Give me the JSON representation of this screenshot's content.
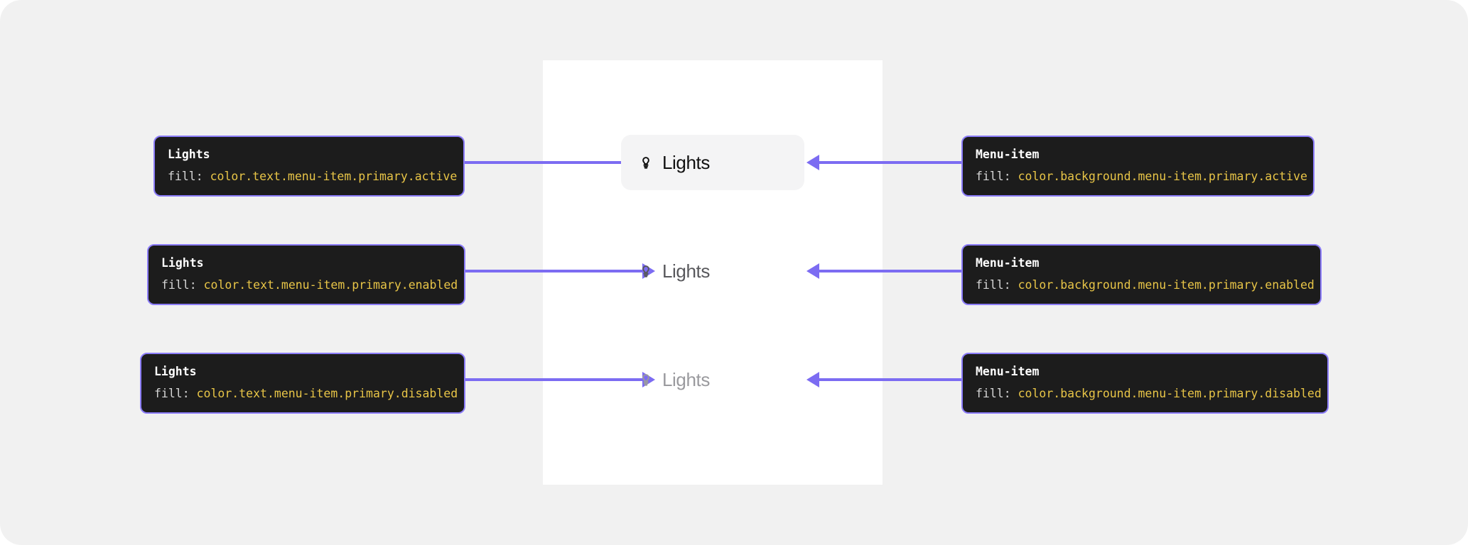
{
  "canvas": {
    "background": "#f1f1f1",
    "panel_background": "#ffffff"
  },
  "theme": {
    "connector_color": "#7c6cf2",
    "tooltip_background": "#1c1c1c",
    "tooltip_border": "#8b7cf8",
    "tooltip_title_color": "#ffffff",
    "tooltip_prop_color": "#d6d6d6",
    "tooltip_value_color": "#e8c547",
    "menu_item_active_background": "#f4f4f5"
  },
  "rows": [
    {
      "state": "active",
      "menu_item": {
        "label": "Lights",
        "icon": "lightbulb-icon",
        "text_color": "#111111",
        "background": "#f4f4f5"
      },
      "text_tooltip": {
        "title": "Lights",
        "property": "fill:",
        "value": "color.text.menu-item.primary.active"
      },
      "background_tooltip": {
        "title": "Menu-item",
        "property": "fill:",
        "value": "color.background.menu-item.primary.active"
      }
    },
    {
      "state": "enabled",
      "menu_item": {
        "label": "Lights",
        "icon": "lightbulb-icon",
        "text_color": "#58585c",
        "background": "transparent"
      },
      "text_tooltip": {
        "title": "Lights",
        "property": "fill:",
        "value": "color.text.menu-item.primary.enabled"
      },
      "background_tooltip": {
        "title": "Menu-item",
        "property": "fill:",
        "value": "color.background.menu-item.primary.enabled"
      }
    },
    {
      "state": "disabled",
      "menu_item": {
        "label": "Lights",
        "icon": "lightbulb-icon",
        "text_color": "#9a9a9e",
        "background": "transparent"
      },
      "text_tooltip": {
        "title": "Lights",
        "property": "fill:",
        "value": "color.text.menu-item.primary.disabled"
      },
      "background_tooltip": {
        "title": "Menu-item",
        "property": "fill:",
        "value": "color.background.menu-item.primary.disabled"
      }
    }
  ]
}
